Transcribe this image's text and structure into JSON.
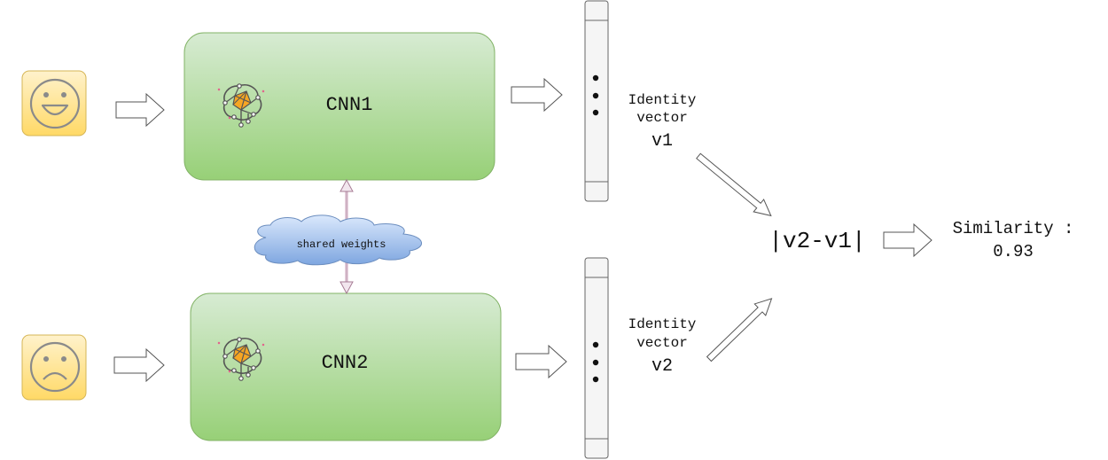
{
  "networks": {
    "top": {
      "label": "CNN1"
    },
    "bottom": {
      "label": "CNN2"
    }
  },
  "shared": {
    "label": "shared weights"
  },
  "vectors": {
    "top": {
      "line1": "Identity",
      "line2": "vector",
      "name": "v1"
    },
    "bottom": {
      "line1": "Identity",
      "line2": "vector",
      "name": "v2"
    }
  },
  "difference": {
    "label": "|v2-v1|"
  },
  "result": {
    "title": "Similarity :",
    "value": "0.93"
  },
  "faces": {
    "top": {
      "icon": "happy-face-icon"
    },
    "bottom": {
      "icon": "sad-face-icon"
    }
  },
  "colors": {
    "cnn_top": "#d7ebd3",
    "cnn_bottom": "#97d077",
    "face_top": "#fff2cc",
    "face_bottom": "#ffd966",
    "cloud": "#7ea6e0",
    "shared_arrow": "#e6d0de"
  }
}
